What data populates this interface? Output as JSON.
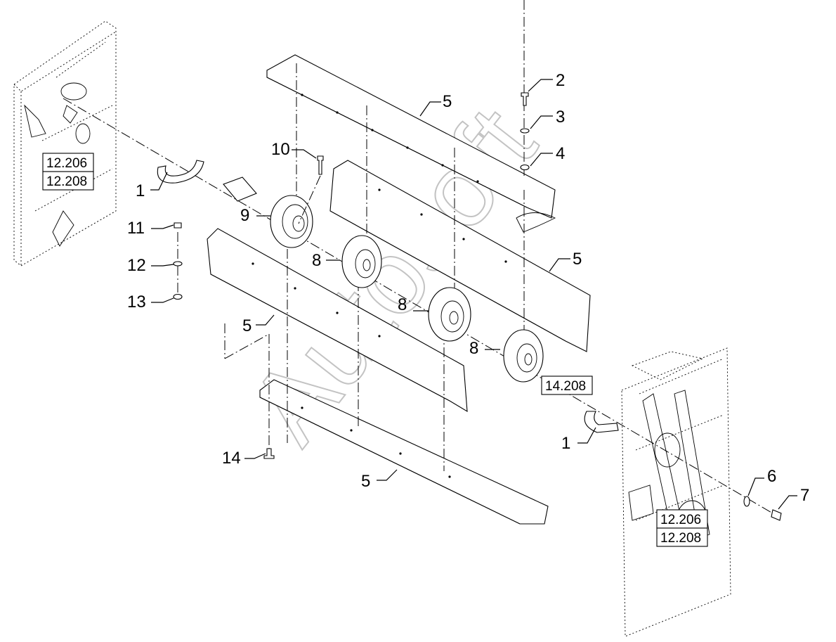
{
  "callouts": {
    "c1a": "1",
    "c1b": "1",
    "c2": "2",
    "c3": "3",
    "c4": "4",
    "c5a": "5",
    "c5b": "5",
    "c5c": "5",
    "c5d": "5",
    "c6": "6",
    "c7": "7",
    "c8a": "8",
    "c8b": "8",
    "c8c": "8",
    "c9": "9",
    "c10": "10",
    "c11": "11",
    "c12": "12",
    "c13": "13",
    "c14": "14"
  },
  "references": {
    "left_top": "12.206",
    "left_bottom": "12.208",
    "right_top": "12.206",
    "right_bottom": "12.208",
    "center": "14.208"
  },
  "watermark": "Autosoft"
}
